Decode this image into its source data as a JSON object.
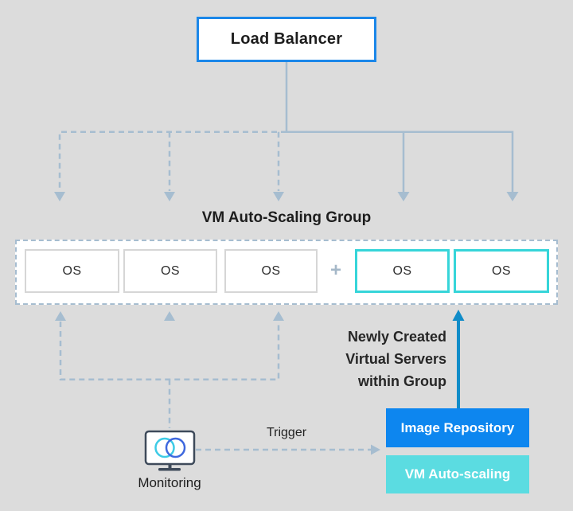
{
  "colors": {
    "background": "#dcdcdc",
    "connector_lines": "#a6bdd0",
    "load_balancer_border": "#1b87e9",
    "image_repository_bg": "#0d86ef",
    "vm_autoscaling_bg": "#5bdce1",
    "new_vm_border": "#36d5d9",
    "existing_vm_border": "#d6d6d6",
    "creation_arrow_blue": "#108cc8",
    "monitor_outline": "#3e4a5a",
    "monitor_circle_left": "#3ecbe6",
    "monitor_circle_right": "#3e68de"
  },
  "load_balancer": {
    "label": "Load Balancer"
  },
  "vm_group": {
    "title": "VM Auto-Scaling Group",
    "existing_vms": [
      "OS",
      "OS",
      "OS"
    ],
    "plus_sign": "+",
    "new_vms": [
      "OS",
      "OS"
    ]
  },
  "annotations": {
    "newly_created_lines": [
      "Newly Created",
      "Virtual Servers",
      "within Group"
    ],
    "trigger": "Trigger"
  },
  "monitoring": {
    "label": "Monitoring"
  },
  "image_repository": {
    "label": "Image Repository"
  },
  "vm_autoscaling": {
    "label": "VM Auto-scaling"
  }
}
